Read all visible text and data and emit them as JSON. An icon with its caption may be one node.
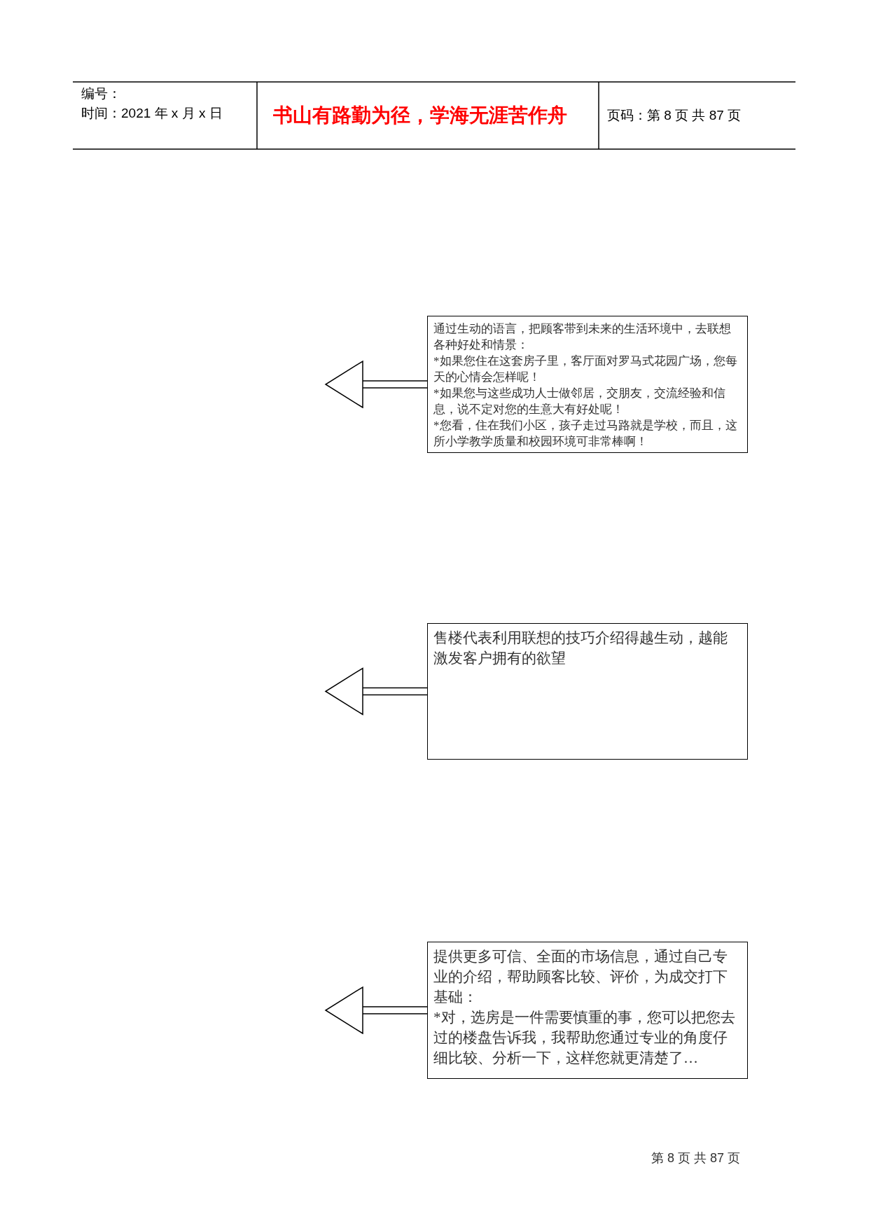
{
  "diagram": {
    "nodes": [
      {
        "text": [
          "通过生动的语言，把顾客带到未来的生活环境中，去联想各种好处和情景：",
          "*如果您住在这套房子里，客厅面对罗马式花园广场，您每天的心情会怎样呢！",
          "*如果您与这些成功人士做邻居，交朋友，交流经验和信息，说不定对您的生意大有好处呢！",
          "*您看，住在我们小区，孩子走过马路就是学校，而且，这所小学教学质量和校园环境可非常棒啊！"
        ]
      },
      {
        "text": [
          "售楼代表利用联想的技巧介绍得越生动，越能激发客户拥有的欲望"
        ]
      },
      {
        "text": [
          "提供更多可信、全面的市场信息，通过自己专业的介绍，帮助顾客比较、评价，为成交打下基础：",
          "*对，选房是一件需要慎重的事，您可以把您去过的楼盘告诉我，我帮助您通过专业的角度仔细比较、分析一下，这样您就更清楚了…"
        ]
      }
    ],
    "edges": [
      {
        "from": 0,
        "to": null,
        "arrow": "to"
      },
      {
        "from": 1,
        "to": null,
        "arrow": "to"
      },
      {
        "from": 2,
        "to": null,
        "arrow": "to"
      }
    ],
    "labels": [
      "编号：",
      "时间：2021 年 x 月 x 日",
      "书山有路勤为径，学海无涯苦作舟",
      "页码：第 8 页 共 87 页",
      "第 8 页 共 87 页"
    ]
  }
}
